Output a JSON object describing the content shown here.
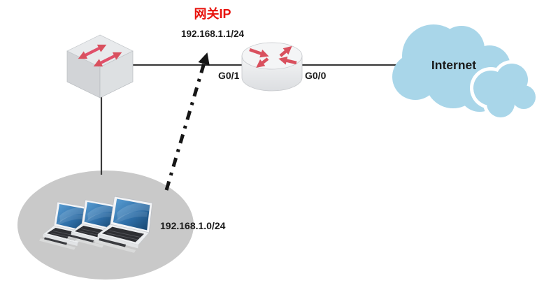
{
  "gateway": {
    "label": "网关IP",
    "ip": "192.168.1.1/24"
  },
  "router": {
    "interface_left": "G0/1",
    "interface_right": "G0/0"
  },
  "internet": {
    "label": "Internet"
  },
  "lan": {
    "subnet": "192.168.1.0/24"
  },
  "icons": {
    "switch": "switch-icon",
    "router": "router-icon",
    "cloud": "internet-cloud-icon",
    "laptops": "laptop-group-icon",
    "gateway_pointer": "dash-dot-arrow-icon"
  },
  "colors": {
    "gateway_label_red": "#e8120c",
    "device_arrow_red": "#d9505e",
    "cloud_blue": "#a9d6e9",
    "lan_ellipse_gray": "#c9c9c9",
    "text_black": "#1b1b1b",
    "connector_line": "#3a3a3a"
  }
}
